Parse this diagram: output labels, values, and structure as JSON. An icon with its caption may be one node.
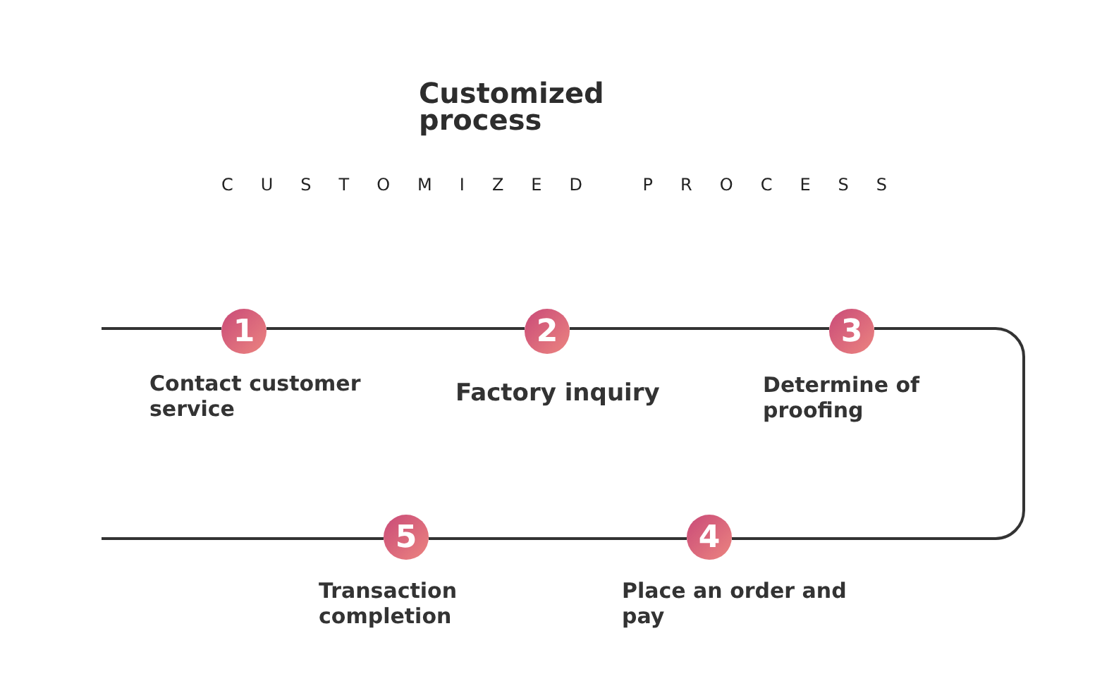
{
  "diagram": {
    "title": "Customized process",
    "nodes": [
      {
        "text": [
          "1"
        ],
        "beside": [
          "Contact customer service"
        ]
      },
      {
        "text": [
          "2"
        ],
        "beside": [
          "Factory inquiry"
        ]
      },
      {
        "text": [
          "3"
        ],
        "beside": [
          "Determine of proofing"
        ]
      },
      {
        "text": [
          "4"
        ],
        "beside": [
          "Place an order and pay"
        ]
      },
      {
        "text": [
          "5"
        ],
        "beside": [
          "Transaction completion"
        ]
      }
    ],
    "edges": [
      {
        "from": null,
        "to": 0,
        "arrow": "none"
      },
      {
        "from": 0,
        "to": 1,
        "arrow": "none"
      },
      {
        "from": 1,
        "to": 2,
        "arrow": "none"
      },
      {
        "from": 2,
        "to": 3,
        "arrow": "none"
      },
      {
        "from": 3,
        "to": 4,
        "arrow": "none"
      },
      {
        "from": 4,
        "to": null,
        "arrow": "none"
      }
    ],
    "labels": [
      "CUSTOMIZED PROCESS"
    ]
  }
}
